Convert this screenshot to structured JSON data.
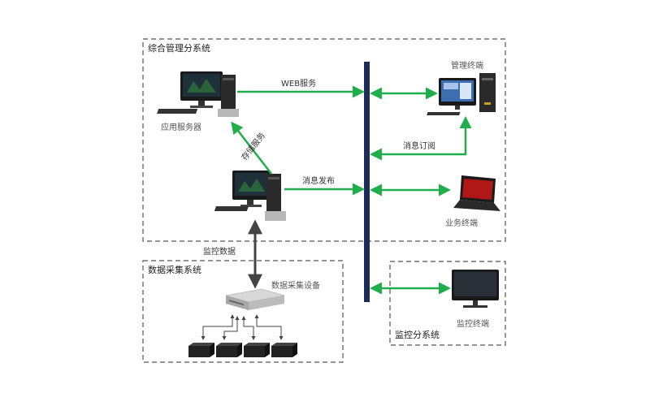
{
  "groups": {
    "management": "综合管理分系统",
    "acquisition": "数据采集系统",
    "monitoring": "监控分系统"
  },
  "devices": {
    "app_server": "应用服务器",
    "mgmt_terminal": "管理终端",
    "business_terminal": "业务终端",
    "acq_device": "数据采集设备",
    "monitor_terminal": "监控终端"
  },
  "links": {
    "web_service": "WEB服务",
    "msg_subscribe": "消息订阅",
    "msg_publish": "消息发布",
    "storage_service": "存储服务",
    "monitor_data": "监控数据"
  },
  "colors": {
    "green": "#1fae4b",
    "bus": "#1c2b5a",
    "dark_arrow": "#444444",
    "border": "#555555"
  },
  "icons": [
    "desktop-computer-icon",
    "laptop-icon",
    "monitor-icon",
    "data-acquisition-box-icon",
    "sensor-module-icon"
  ]
}
